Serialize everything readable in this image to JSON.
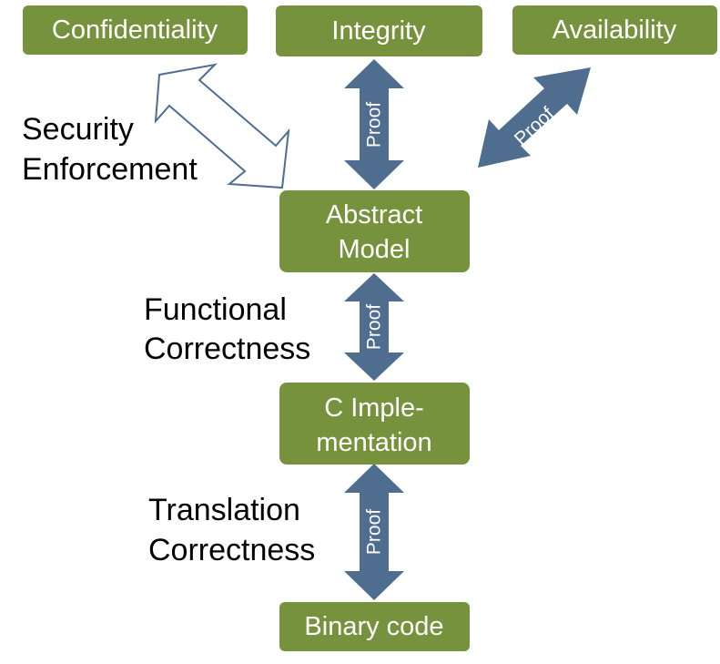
{
  "colors": {
    "box_fill": "#76923C",
    "arrow_fill": "#4F6D8F",
    "outline_arrow_stroke": "#4F6D8F",
    "box_text": "#FFFFFF",
    "label_text": "#000000"
  },
  "boxes": {
    "confidentiality": "Confidentiality",
    "integrity": "Integrity",
    "availability": "Availability",
    "abstract_model": [
      "Abstract",
      "Model"
    ],
    "c_implementation": [
      "C Imple-",
      "mentation"
    ],
    "binary_code": "Binary code"
  },
  "side_labels": {
    "security_enforcement": [
      "Security",
      "Enforcement"
    ],
    "functional_correctness": [
      "Functional",
      "Correctness"
    ],
    "translation_correctness": [
      "Translation",
      "Correctness"
    ]
  },
  "arrow_labels": {
    "integrity_proof": "Proof",
    "availability_proof": "Proof",
    "functional_proof": "Proof",
    "translation_proof": "Proof"
  }
}
